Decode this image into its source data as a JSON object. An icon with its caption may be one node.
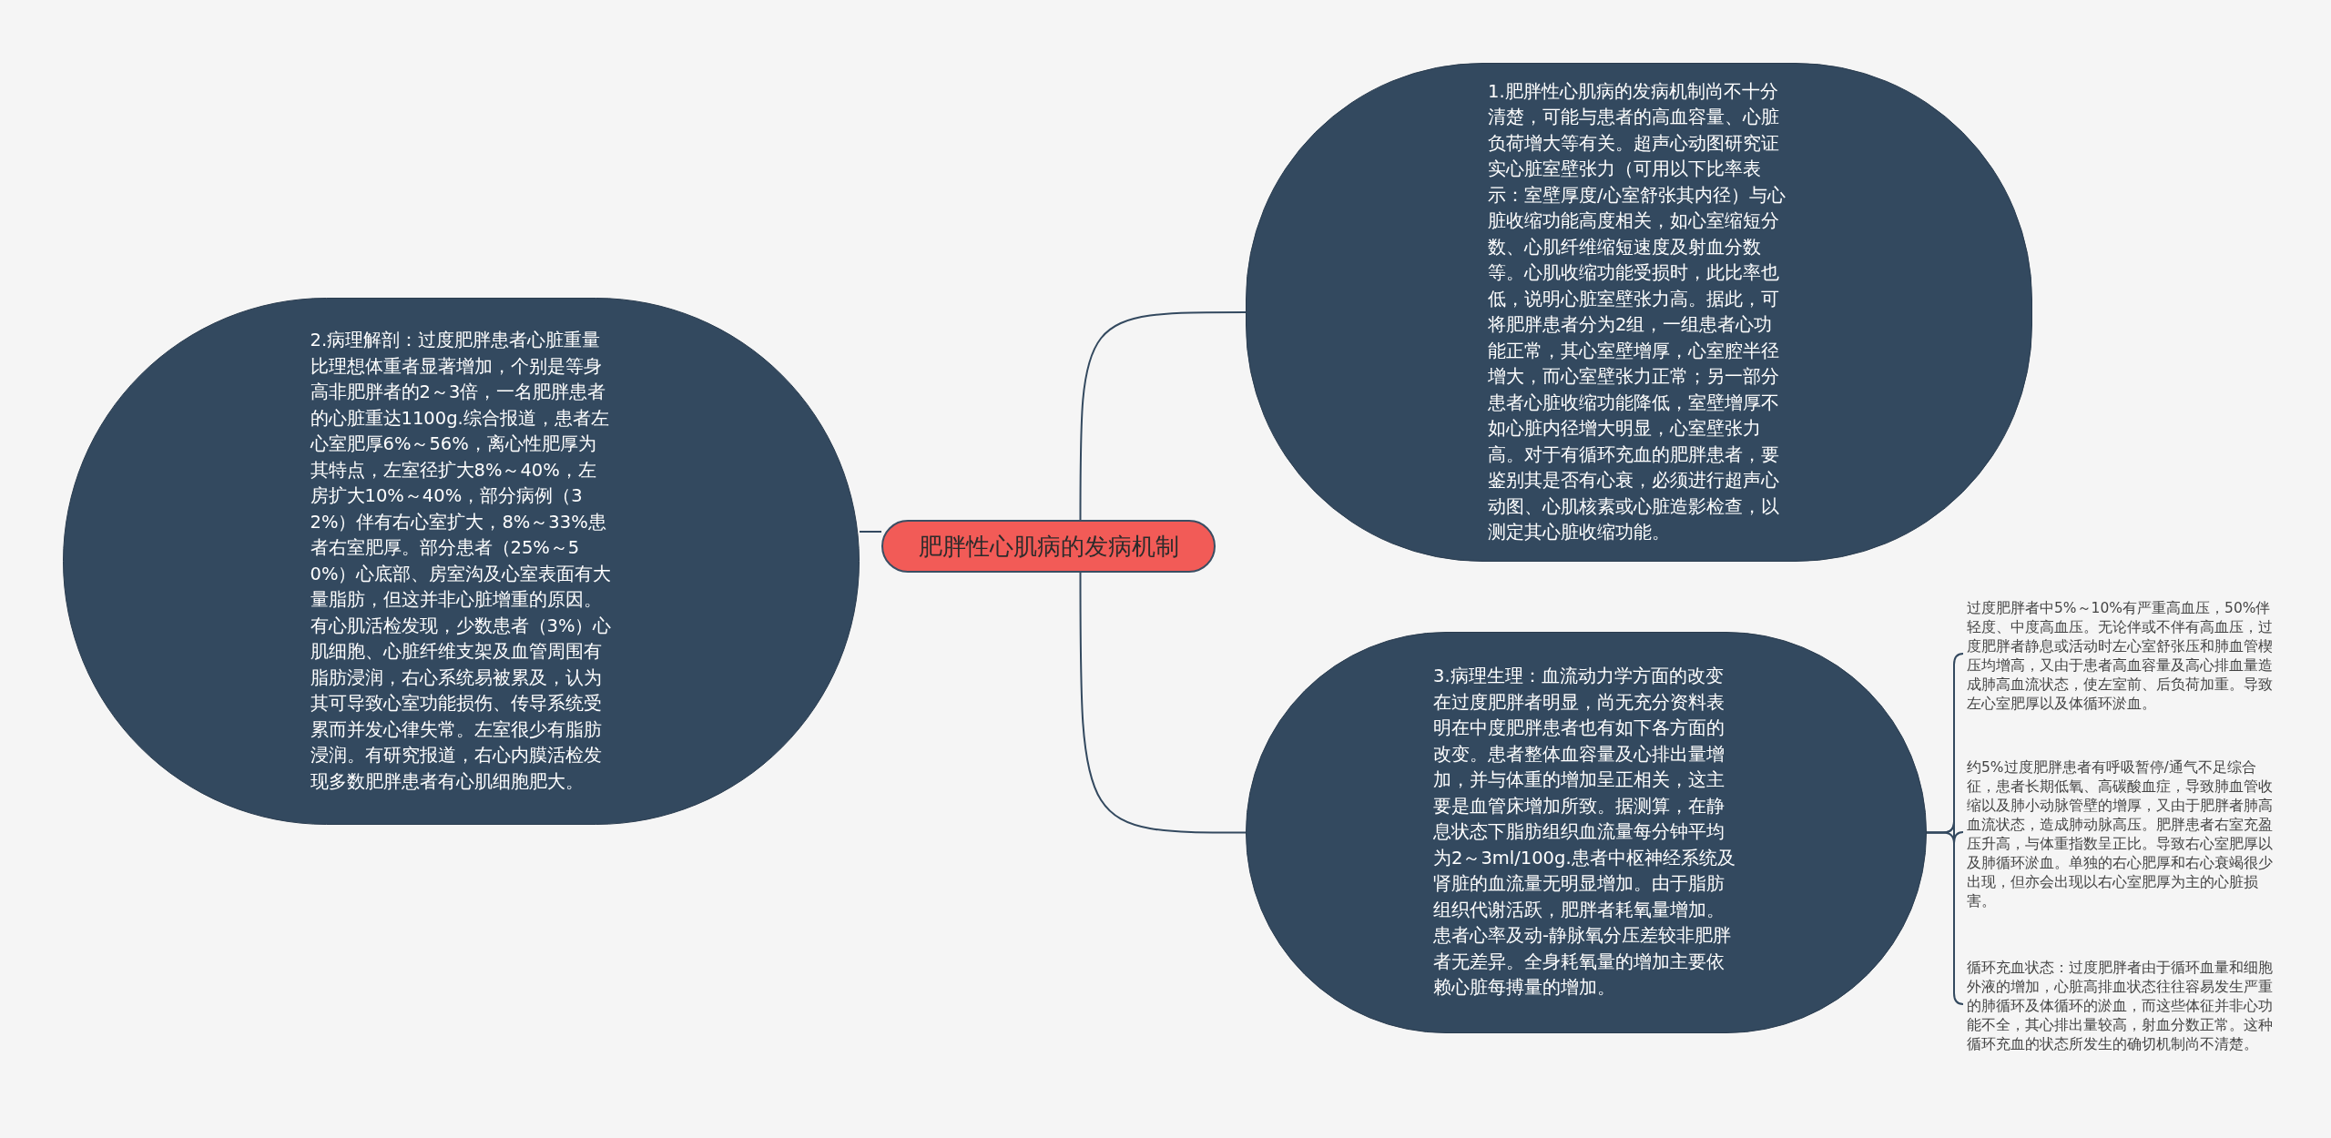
{
  "diagram": {
    "nodes": [
      {
        "text": [
          "肥胖性心肌病的发病机制"
        ]
      },
      {
        "text": [
          "1.肥胖性心肌病的发病机制尚不十分清楚，可能与患者的高血容量、心脏负荷增大等有关。超声心动图研究证实心脏室壁张力（可用以下比率表示：室壁厚度/心室舒张其内径）与心脏收缩功能高度相关，如心室缩短分数、心肌纤维缩短速度及射血分数等。心肌收缩功能受损时，此比率也低，说明心脏室壁张力高。据此，可将肥胖患者分为2组，一组患者心功能正常，其心室壁增厚，心室腔半径增大，而心室壁张力正常；另一部分患者心脏收缩功能降低，室壁增厚不如心脏内径增大明显，心室壁张力高。对于有循环充血的肥胖患者，要鉴别其是否有心衰，必须进行超声心动图、心肌核素或心脏造影检查，以测定其心脏收缩功能。"
        ]
      },
      {
        "text": [
          "2.病理解剖：过度肥胖患者心脏重量比理想体重者显著增加，个别是等身高非肥胖者的2～3倍，一名肥胖患者的心脏重达1100g.综合报道，患者左心室肥厚6%～56%，离心性肥厚为其特点，左室径扩大8%～40%，左房扩大10%～40%，部分病例（32%）伴有右心室扩大，8%～33%患者右室肥厚。部分患者（25%～50%）心底部、房室沟及心室表面有大量脂肪，但这并非心脏增重的原因。有心肌活检发现，少数患者（3%）心肌细胞、心脏纤维支架及血管周围有脂肪浸润，右心系统易被累及，认为其可导致心室功能损伤、传导系统受累而并发心律失常。左室很少有脂肪浸润。有研究报道，右心内膜活检发现多数肥胖患者有心肌细胞肥大。"
        ]
      },
      {
        "text": [
          "3.病理生理：血流动力学方面的改变在过度肥胖者明显，尚无充分资料表明在中度肥胖患者也有如下各方面的改变。患者整体血容量及心排出量增加，并与体重的增加呈正相关，这主要是血管床增加所致。据测算，在静息状态下脂肪组织血流量每分钟平均为2～3ml/100g.患者中枢神经系统及肾脏的血流量无明显增加。由于脂肪组织代谢活跃，肥胖者耗氧量增加。患者心率及动-静脉氧分压差较非肥胖者无差异。全身耗氧量的增加主要依赖心脏每搏量的增加。"
        ]
      },
      {
        "text": [
          "过度肥胖者中5%～10%有严重高血压，50%伴轻度、中度高血压。无论伴或不伴有高血压，过度肥胖者静息或活动时左心室舒张压和肺血管楔压均增高，又由于患者高血容量及高心排血量造成肺高血流状态，使左室前、后负荷加重。导致左心室肥厚以及体循环淤血。"
        ]
      },
      {
        "text": [
          "约5%过度肥胖患者有呼吸暂停/通气不足综合征，患者长期低氧、高碳酸血症，导致肺血管收缩以及肺小动脉管壁的增厚，又由于肥胖者肺高血流状态，造成肺动脉高压。肥胖患者右室充盈压升高，与体重指数呈正比。导致右心室肥厚以及肺循环淤血。单独的右心肥厚和右心衰竭很少出现，但亦会出现以右心室肥厚为主的心脏损害。"
        ]
      },
      {
        "text": [
          "循环充血状态：过度肥胖者由于循环血量和细胞外液的增加，心脏高排血状态往往容易发生严重的肺循环及体循环的淤血，而这些体征并非心功能不全，其心排出量较高，射血分数正常。这种循环充血的状态所发生的确切机制尚不清楚。"
        ]
      }
    ],
    "edges": [
      {
        "from": 0,
        "to": 1,
        "arrow": "none"
      },
      {
        "from": 0,
        "to": 2,
        "arrow": "none"
      },
      {
        "from": 0,
        "to": 3,
        "arrow": "none"
      },
      {
        "from": 3,
        "to": 4,
        "arrow": "none"
      },
      {
        "from": 3,
        "to": 5,
        "arrow": "none"
      },
      {
        "from": 3,
        "to": 6,
        "arrow": "none"
      }
    ]
  }
}
